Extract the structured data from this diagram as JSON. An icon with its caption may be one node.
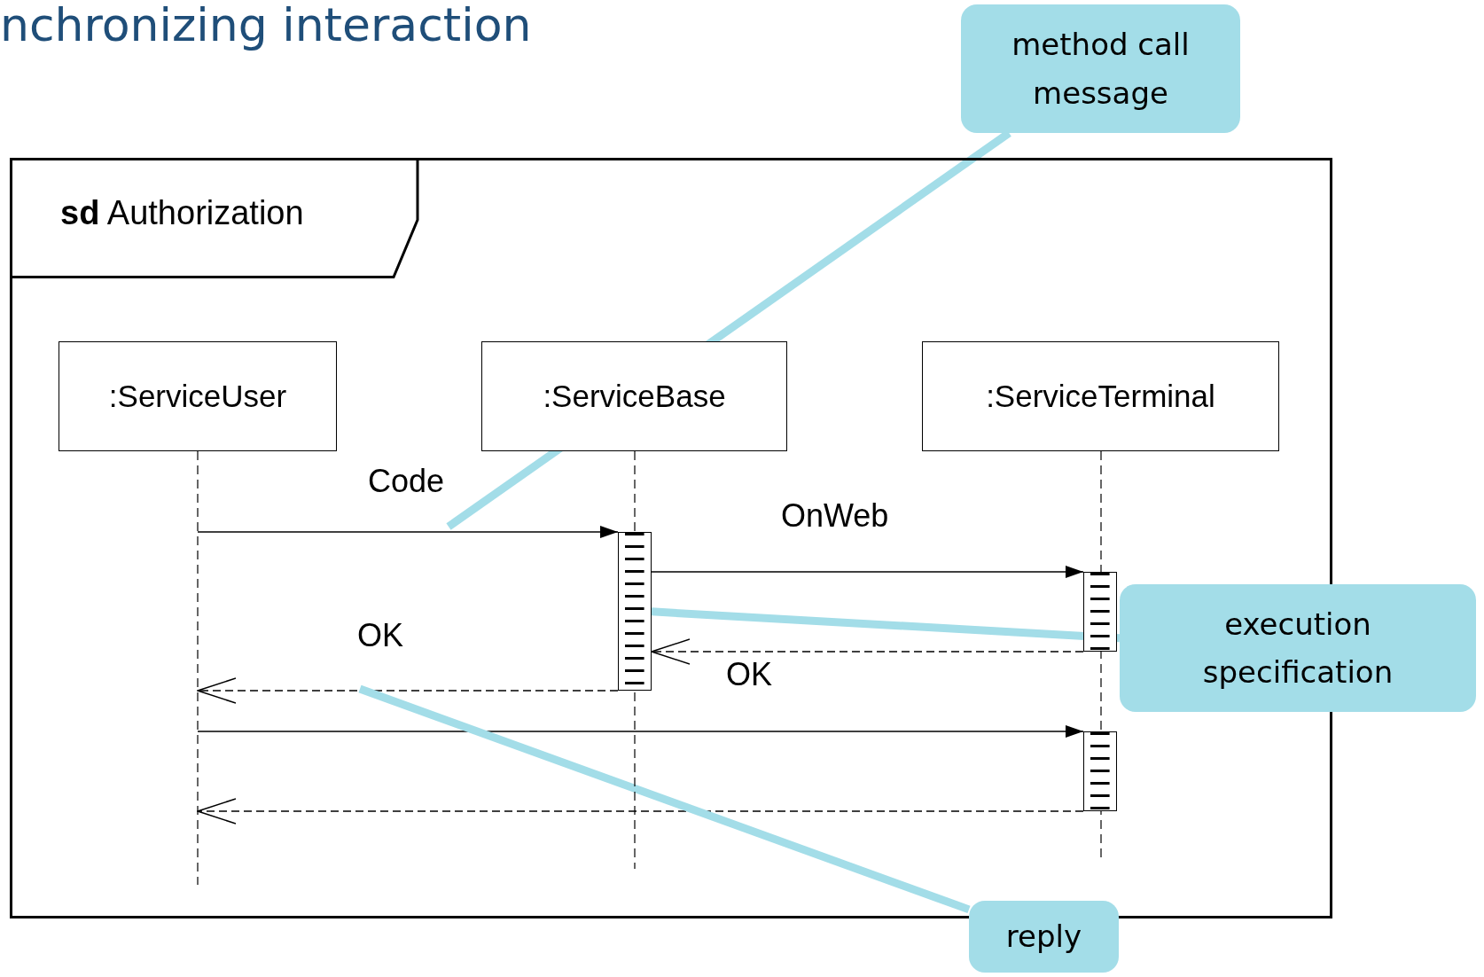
{
  "diagram": {
    "title": "nchronizing interaction",
    "nodes": [
      {
        "text": [
          "**sd** Authorization"
        ]
      },
      {
        "text": [
          ":ServiceUser"
        ],
        "in": 0
      },
      {
        "text": [
          ":ServiceBase"
        ],
        "in": 0
      },
      {
        "text": [
          ":ServiceTerminal"
        ],
        "in": 0
      },
      {
        "text": [],
        "shape": "bar",
        "in": 2
      },
      {
        "text": [],
        "shape": "bar",
        "in": 3
      },
      {
        "text": [],
        "shape": "bar",
        "in": 3
      },
      {
        "text": [
          "method call message"
        ]
      },
      {
        "text": [
          "execution specification"
        ]
      },
      {
        "text": [
          "reply"
        ]
      }
    ],
    "edges": [
      {
        "from": 1,
        "to": 4,
        "arrow": "to",
        "label": "Code"
      },
      {
        "from": 4,
        "to": 5,
        "arrow": "to",
        "label": "OnWeb"
      },
      {
        "from": 5,
        "to": 4,
        "arrow": "to",
        "style": "dashed"
      },
      {
        "from": 4,
        "to": 1,
        "arrow": "to",
        "style": "dashed",
        "label": "OK"
      },
      {
        "from": 1,
        "to": 6,
        "arrow": "to",
        "label": "OK"
      },
      {
        "from": 6,
        "to": 1,
        "arrow": "to",
        "style": "dashed"
      },
      {
        "from": 7,
        "to": null,
        "arrow": "none",
        "style": "thick",
        "color": "#a3dde8"
      },
      {
        "from": 8,
        "to": 4,
        "arrow": "none",
        "style": "thick",
        "color": "#a3dde8"
      },
      {
        "from": 9,
        "to": null,
        "arrow": "none",
        "style": "thick",
        "color": "#a3dde8"
      }
    ]
  }
}
